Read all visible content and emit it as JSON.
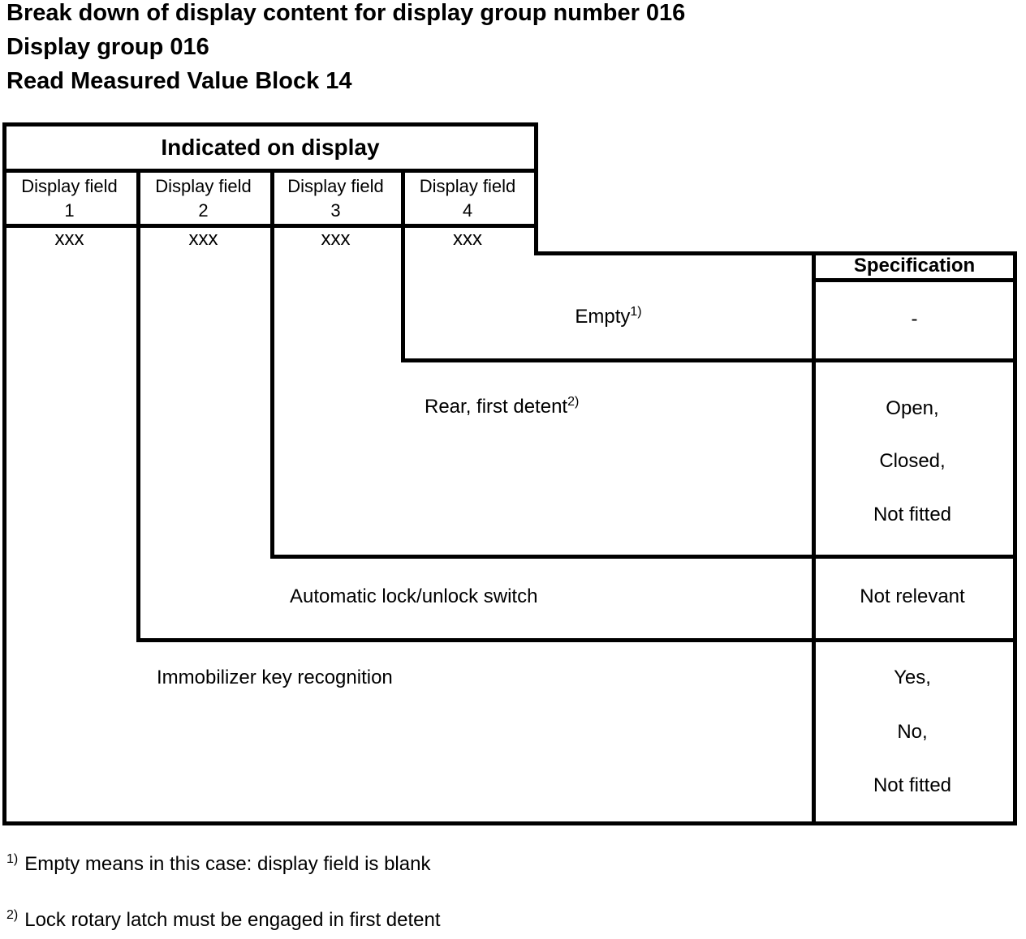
{
  "colors": {
    "text": "#000000",
    "background": "#ffffff",
    "rules": "#000000"
  },
  "page_title": {
    "line1": "Break down of display content for display group number 016",
    "line2": "Display group 016",
    "line3": "Read Measured Value Block 14"
  },
  "table": {
    "indicated_header": "Indicated on display",
    "specification_header": "Specification",
    "display_fields": [
      {
        "label": "Display field",
        "number": "1",
        "value": "xxx"
      },
      {
        "label": "Display field",
        "number": "2",
        "value": "xxx"
      },
      {
        "label": "Display field",
        "number": "3",
        "value": "xxx"
      },
      {
        "label": "Display field",
        "number": "4",
        "value": "xxx"
      }
    ],
    "rows": [
      {
        "description": "Empty",
        "footnote_marker": "1)",
        "specification": [
          "-"
        ]
      },
      {
        "description": "Rear, first detent",
        "footnote_marker": "2)",
        "specification": [
          "Open,",
          "Closed,",
          "Not fitted"
        ]
      },
      {
        "description": "Automatic lock/unlock switch",
        "specification": [
          "Not relevant"
        ]
      },
      {
        "description": "Immobilizer key recognition",
        "specification": [
          "Yes,",
          "No,",
          "Not fitted"
        ]
      }
    ]
  },
  "footnotes": [
    {
      "marker": "1)",
      "text": "Empty means in this case: display field is blank"
    },
    {
      "marker": "2)",
      "text": "Lock rotary latch must be engaged in first detent"
    }
  ]
}
